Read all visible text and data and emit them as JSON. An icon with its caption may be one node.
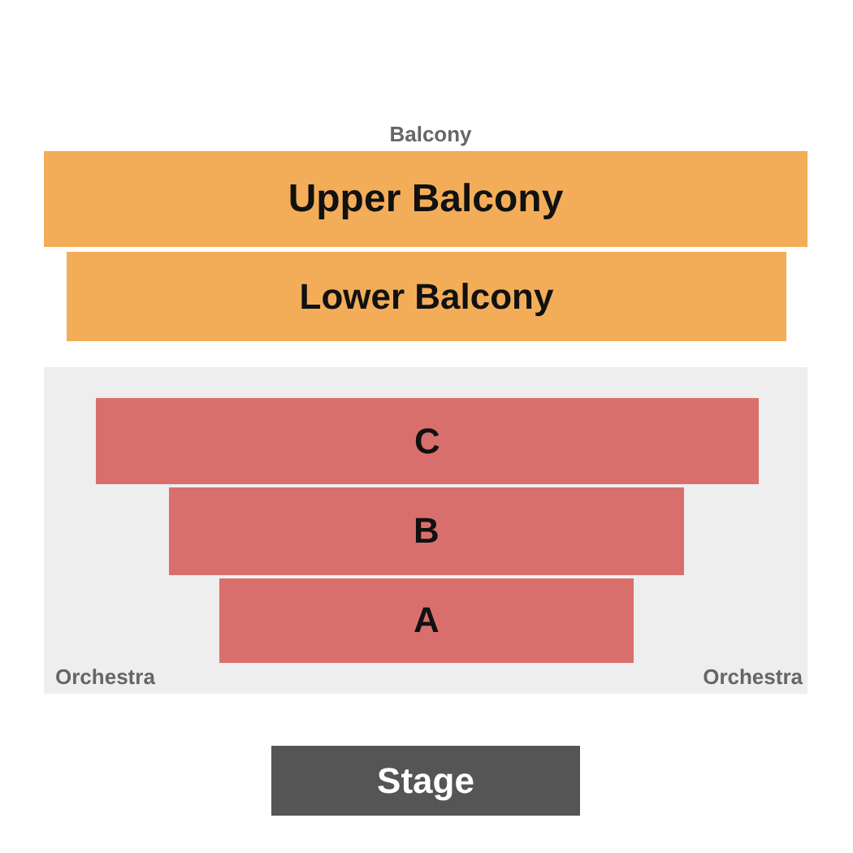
{
  "diagram": {
    "nodes": [
      {
        "text": [
          "Upper Balcony"
        ]
      },
      {
        "text": [
          "Lower Balcony"
        ]
      },
      {
        "text": [
          "Orchestra",
          "Orchestra"
        ]
      },
      {
        "text": [
          "C"
        ],
        "in": 2
      },
      {
        "text": [
          "B"
        ],
        "in": 2
      },
      {
        "text": [
          "A"
        ],
        "in": 2
      },
      {
        "text": [
          "Stage"
        ]
      }
    ],
    "labels": [
      "Balcony"
    ]
  }
}
